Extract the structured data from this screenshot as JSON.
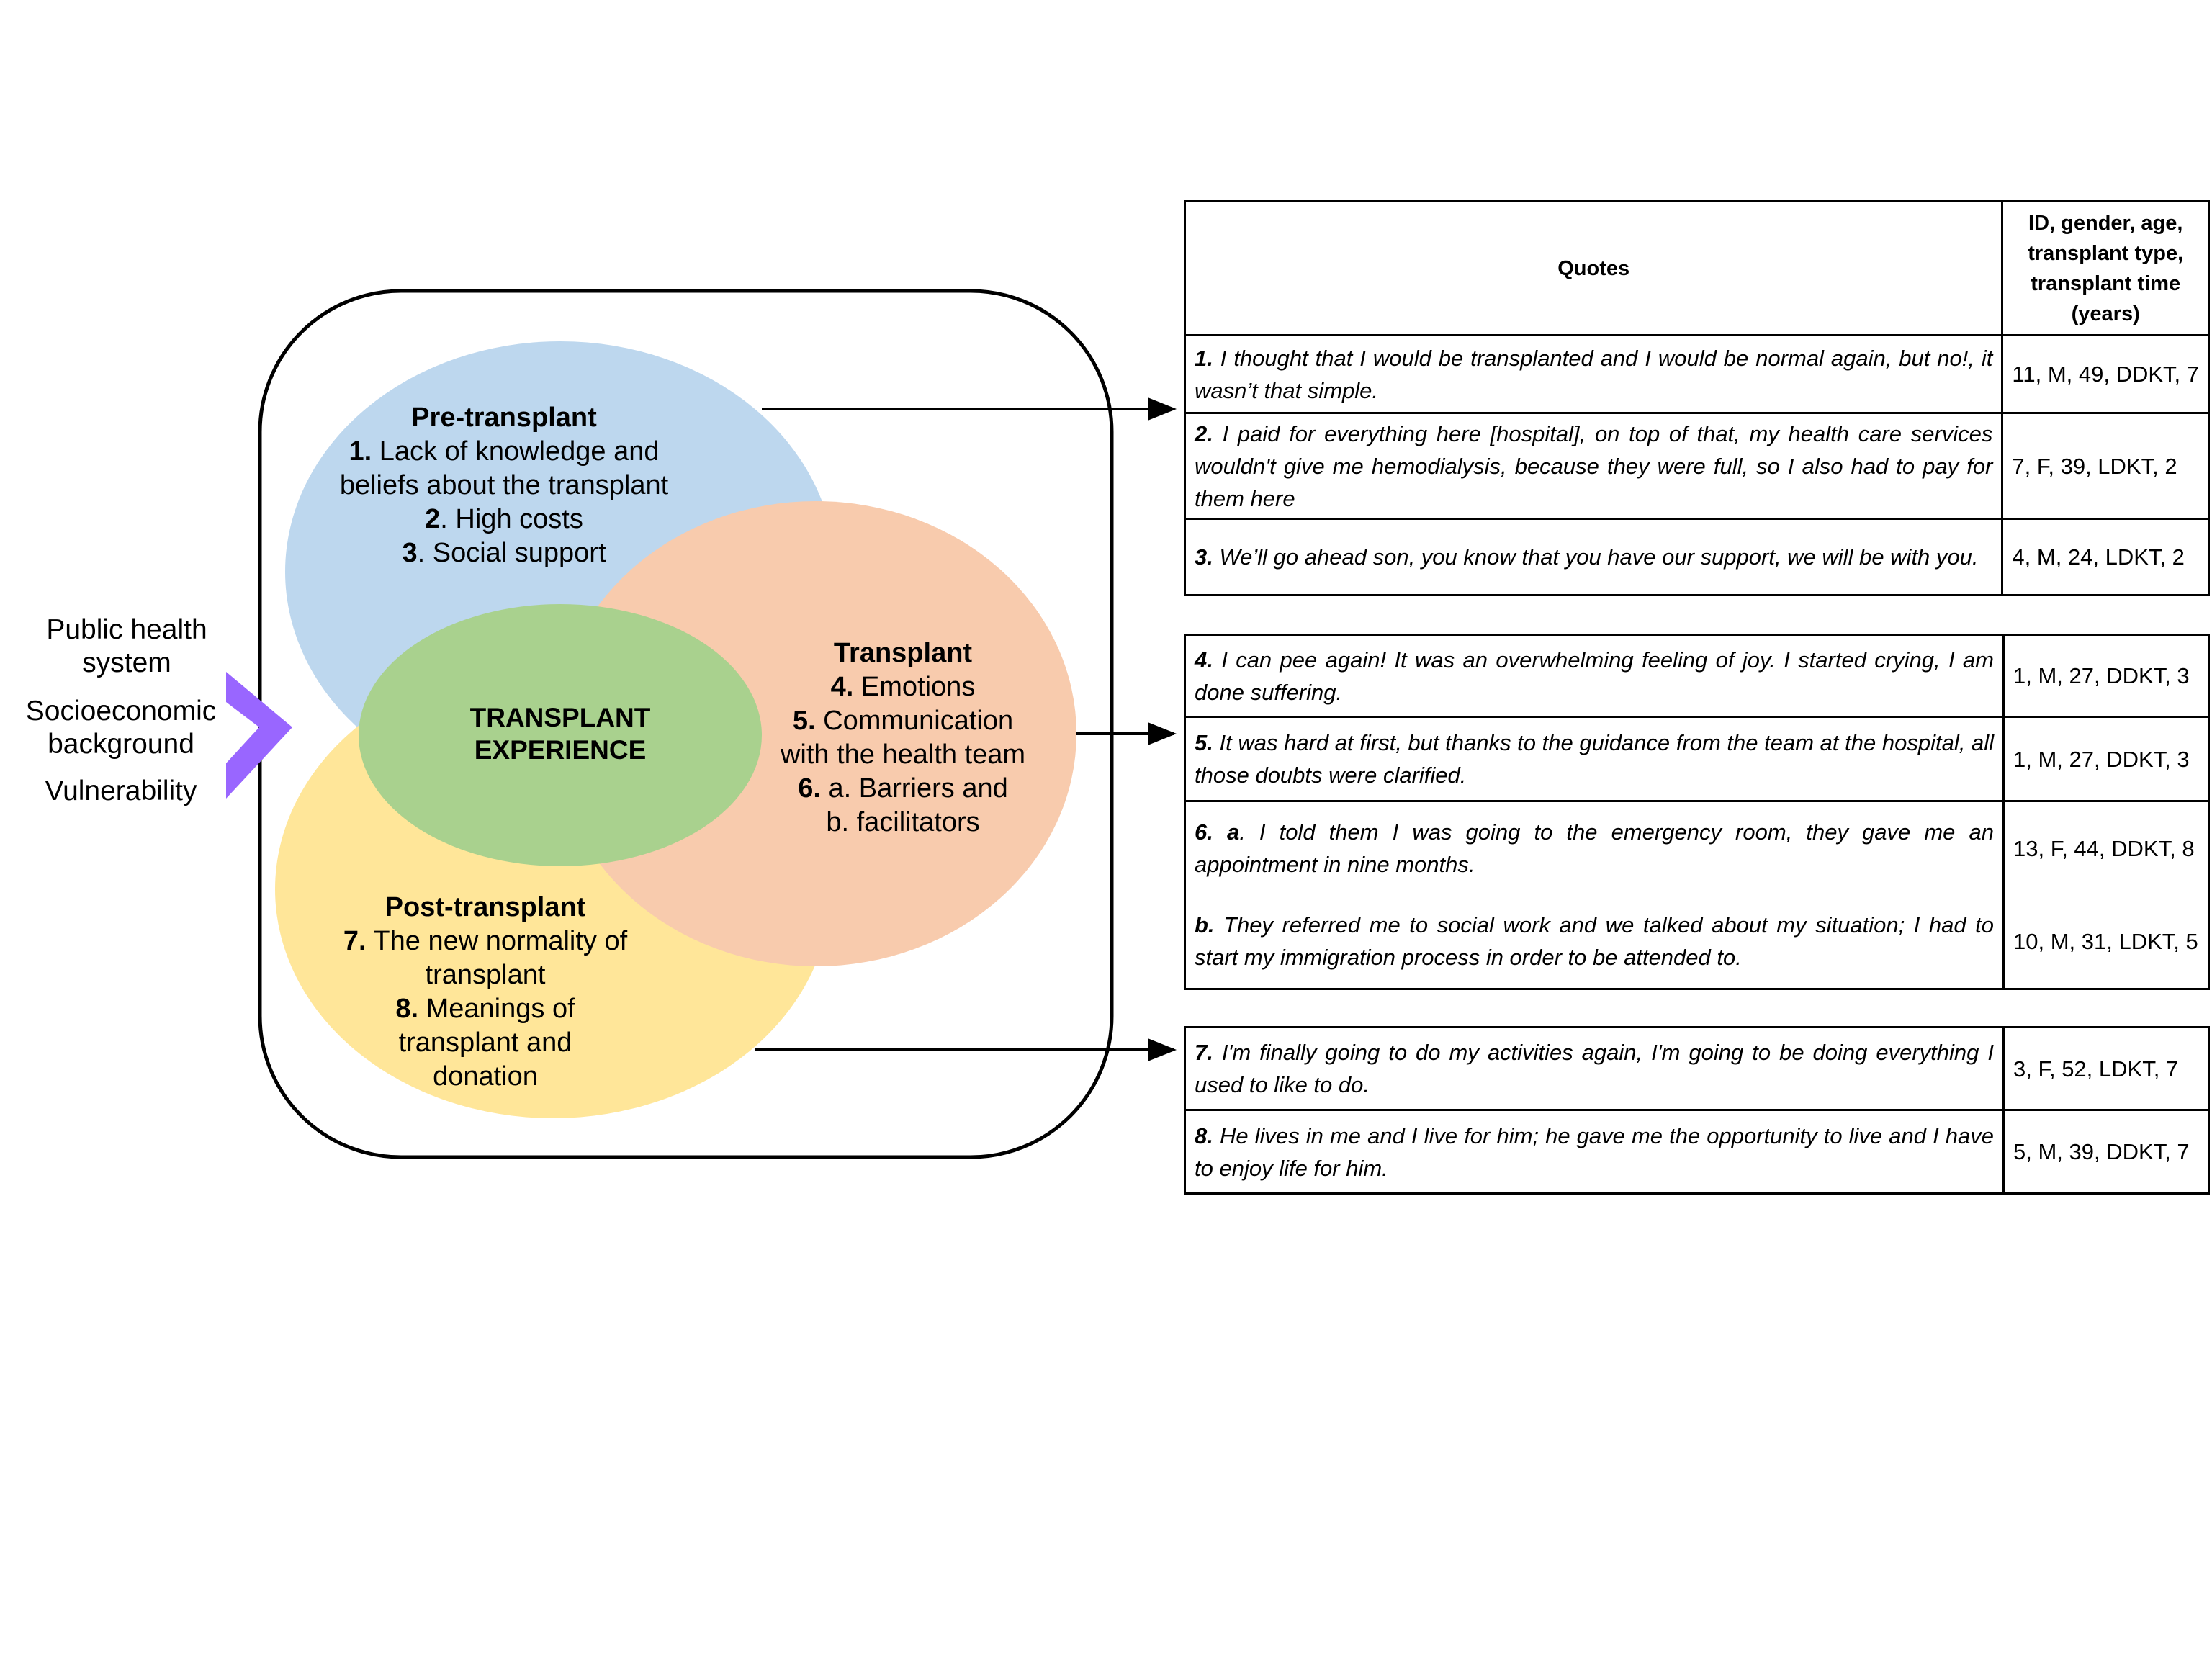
{
  "colors": {
    "pre": "#bdd7ee",
    "transplant": "#f8cbad",
    "post": "#ffe699",
    "center": "#a9d18e",
    "chevron": "#9966ff"
  },
  "factors": [
    "Public health",
    "system",
    "Socioeconomic",
    "background",
    "Vulnerability"
  ],
  "center": {
    "line1": "TRANSPLANT",
    "line2": "EXPERIENCE"
  },
  "pre": {
    "title": "Pre-transplant",
    "n1": "1.",
    "t1": " Lack of knowledge and",
    "t1b": "beliefs about the transplant",
    "n2": "2",
    "t2": ". High costs",
    "n3": "3",
    "t3": ". Social support"
  },
  "transplant": {
    "title": "Transplant",
    "n4": "4.",
    "t4": " Emotions",
    "n5": "5.",
    "t5": " Communication",
    "t5b": "with the health team",
    "n6": "6.",
    "t6": " a. Barriers and",
    "t6b": "b. facilitators"
  },
  "post": {
    "title": "Post-transplant",
    "n7": "7.",
    "t7": " The new normality of",
    "t7b": "transplant",
    "n8": "8.",
    "t8": " Meanings of",
    "t8b": "transplant and",
    "t8c": "donation"
  },
  "table": {
    "header_quotes": "Quotes",
    "header_id": "ID, gender, age, transplant type, transplant time (years)",
    "rows": [
      {
        "num": "1.",
        "quote": " I thought that I would be transplanted and I would be normal again, but no!, it wasn’t that simple.",
        "id": "11, M, 49, DDKT, 7"
      },
      {
        "num": "2.",
        "quote": " I paid for everything here [hospital], on top of that, my health care services wouldn't give me hemodialysis, because they were full, so I also had to pay for them here",
        "id": "7, F, 39, LDKT, 2"
      },
      {
        "num": "3.",
        "quote": " We’ll go ahead son, you know that you have our support, we will be with you.",
        "id": "4, M, 24, LDKT, 2"
      },
      {
        "num": "4.",
        "quote": " I can pee again! It was an overwhelming feeling of joy.  I started crying, I am done suffering.",
        "id": "1, M, 27, DDKT, 3"
      },
      {
        "num": "5.",
        "quote": " It was hard at first, but thanks to the guidance from the team at the hospital, all those doubts were clarified.",
        "id": "1, M, 27, DDKT, 3"
      },
      {
        "num": "6. a",
        "quote": ". I told them I was going to the emergency room, they gave me an appointment in nine months.",
        "id": "13, F, 44, DDKT, 8"
      },
      {
        "num": "b.",
        "quote": " They referred me to social work and we talked about my situation; I had to start my immigration process in order to be attended to.",
        "id": "10, M, 31, LDKT, 5"
      },
      {
        "num": "7.",
        "quote": " I'm finally going to do my activities again, I'm going to be doing everything I used to like to do.",
        "id": "3, F, 52, LDKT, 7"
      },
      {
        "num": "8.",
        "quote": " He lives in me and I live for him; he gave me the opportunity to live and I have to enjoy life for him.",
        "id": "5, M, 39, DDKT, 7"
      }
    ]
  }
}
